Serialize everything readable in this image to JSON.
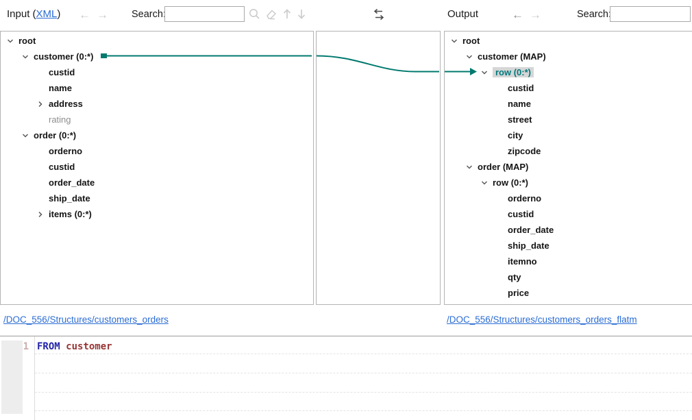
{
  "toolbar": {
    "input_title_prefix": "Input (",
    "input_title_link": "XML",
    "input_title_suffix": ")",
    "back_arrow": "←",
    "forward_arrow": "→",
    "search_label": "Search:",
    "search_value": "",
    "search_placeholder": "",
    "output_title": "Output",
    "output_search_label": "Search:",
    "output_search_value": "",
    "output_search_placeholder": ""
  },
  "icons": {
    "find": "magnifier",
    "clear": "eraser",
    "prev_match": "up-arrow",
    "next_match": "down-arrow",
    "swap": "swap-arrows"
  },
  "left_tree": {
    "items": [
      {
        "label": "root",
        "level": 0,
        "chevron": "expanded",
        "style": "bold"
      },
      {
        "label": "customer (0:*)",
        "level": 1,
        "chevron": "expanded",
        "style": "bold",
        "connector": "source"
      },
      {
        "label": "custid",
        "level": 2,
        "chevron": "none",
        "style": "bold"
      },
      {
        "label": "name",
        "level": 2,
        "chevron": "none",
        "style": "bold"
      },
      {
        "label": "address",
        "level": 2,
        "chevron": "collapsed",
        "style": "bold"
      },
      {
        "label": "rating",
        "level": 2,
        "chevron": "none",
        "style": "muted"
      },
      {
        "label": "order (0:*)",
        "level": 1,
        "chevron": "expanded",
        "style": "bold"
      },
      {
        "label": "orderno",
        "level": 2,
        "chevron": "none",
        "style": "bold"
      },
      {
        "label": "custid",
        "level": 2,
        "chevron": "none",
        "style": "bold"
      },
      {
        "label": "order_date",
        "level": 2,
        "chevron": "none",
        "style": "bold"
      },
      {
        "label": "ship_date",
        "level": 2,
        "chevron": "none",
        "style": "bold"
      },
      {
        "label": "items (0:*)",
        "level": 2,
        "chevron": "collapsed",
        "style": "bold"
      }
    ]
  },
  "right_tree": {
    "items": [
      {
        "label": "root",
        "level": 0,
        "chevron": "expanded",
        "style": "bold"
      },
      {
        "label": "customer (MAP)",
        "level": 1,
        "chevron": "expanded",
        "style": "bold"
      },
      {
        "label": "row (0:*)",
        "level": 2,
        "chevron": "expanded",
        "style": "highlight",
        "connector": "target"
      },
      {
        "label": "custid",
        "level": 3,
        "chevron": "none",
        "style": "bold"
      },
      {
        "label": "name",
        "level": 3,
        "chevron": "none",
        "style": "bold"
      },
      {
        "label": "street",
        "level": 3,
        "chevron": "none",
        "style": "bold"
      },
      {
        "label": "city",
        "level": 3,
        "chevron": "none",
        "style": "bold"
      },
      {
        "label": "zipcode",
        "level": 3,
        "chevron": "none",
        "style": "bold"
      },
      {
        "label": "order (MAP)",
        "level": 1,
        "chevron": "expanded",
        "style": "bold"
      },
      {
        "label": "row (0:*)",
        "level": 2,
        "chevron": "expanded",
        "style": "bold"
      },
      {
        "label": "orderno",
        "level": 3,
        "chevron": "none",
        "style": "bold"
      },
      {
        "label": "custid",
        "level": 3,
        "chevron": "none",
        "style": "bold"
      },
      {
        "label": "order_date",
        "level": 3,
        "chevron": "none",
        "style": "bold"
      },
      {
        "label": "ship_date",
        "level": 3,
        "chevron": "none",
        "style": "bold"
      },
      {
        "label": "itemno",
        "level": 3,
        "chevron": "none",
        "style": "bold"
      },
      {
        "label": "qty",
        "level": 3,
        "chevron": "none",
        "style": "bold"
      },
      {
        "label": "price",
        "level": 3,
        "chevron": "none",
        "style": "bold"
      }
    ]
  },
  "mapping": {
    "source_node": "customer (0:*)",
    "target_node": "row (0:*)"
  },
  "links": {
    "source_path": "/DOC_556/Structures/customers_orders",
    "target_path": "/DOC_556/Structures/customers_orders_flatm"
  },
  "editor": {
    "lines": [
      {
        "number": "1",
        "tokens": [
          {
            "text": "FROM",
            "type": "keyword"
          },
          {
            "text": " ",
            "type": "plain"
          },
          {
            "text": "customer",
            "type": "identifier"
          }
        ]
      }
    ]
  },
  "colors": {
    "accent_teal": "#00796e",
    "highlight_teal_text": "#00797c",
    "link_blue": "#2b6cd4",
    "keyword_blue": "#2323aa",
    "identifier_red": "#993333",
    "highlight_bg": "#d6d6d6"
  }
}
